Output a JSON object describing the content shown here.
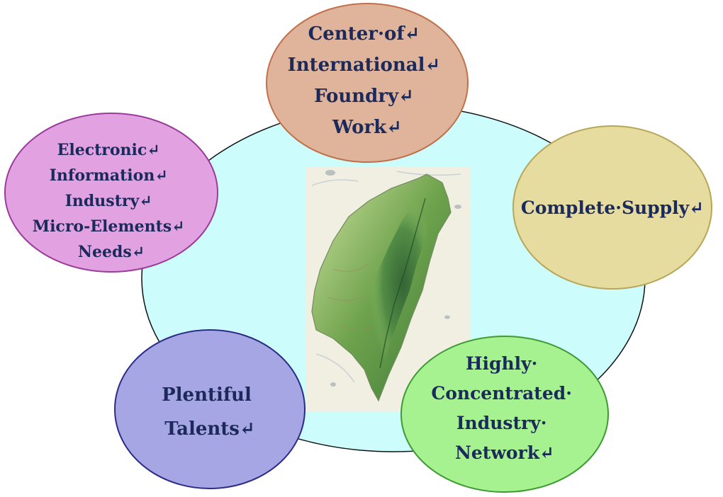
{
  "diagram": {
    "nodes": [
      {
        "id": "foundry",
        "lines": [
          "Center·of↵",
          "International↵",
          "Foundry↵",
          "Work↵"
        ],
        "fill": "#e0b49a",
        "stroke": "#c0704a"
      },
      {
        "id": "supply",
        "lines": [
          "Complete·Supply↵"
        ],
        "fill": "#e6dca0",
        "stroke": "#b8a658"
      },
      {
        "id": "network",
        "lines": [
          "Highly·",
          "Concentrated·",
          "Industry·",
          "Network↵"
        ],
        "fill": "#a6f290",
        "stroke": "#3e9a32"
      },
      {
        "id": "talents",
        "lines": [
          "Plentiful",
          "Talents↵"
        ],
        "fill": "#a6a6e4",
        "stroke": "#2c2c88"
      },
      {
        "id": "electronic",
        "lines": [
          "Electronic↵",
          "Information↵",
          "Industry↵",
          "Micro-Elements↵",
          "Needs↵"
        ],
        "fill": "#e2a2e2",
        "stroke": "#9a3c9a"
      }
    ],
    "center_image": "taiwan-map",
    "background_fill": "#ccfcfc",
    "text_color": "#1b2a5a"
  }
}
